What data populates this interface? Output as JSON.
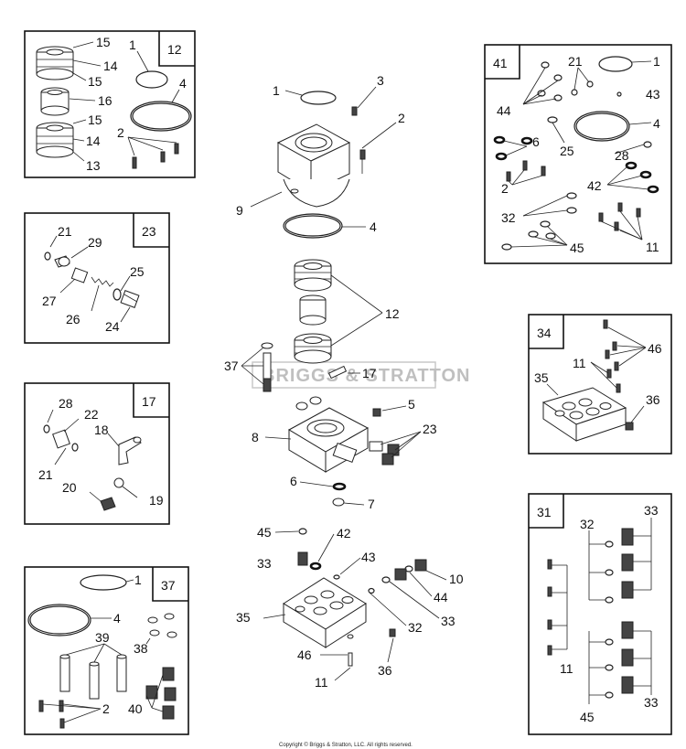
{
  "watermark": "BRIGGS & STRATTON",
  "copyright": "Copyright © Briggs & Stratton, LLC. All rights reserved.",
  "kits": [
    {
      "number": "12",
      "labels": [
        "15",
        "14",
        "15",
        "16",
        "15",
        "14",
        "13",
        "1",
        "4",
        "2"
      ]
    },
    {
      "number": "23",
      "labels": [
        "21",
        "29",
        "25",
        "27",
        "26",
        "24"
      ]
    },
    {
      "number": "17",
      "labels": [
        "28",
        "22",
        "18",
        "21",
        "20",
        "19"
      ]
    },
    {
      "number": "37",
      "labels": [
        "1",
        "4",
        "39",
        "38",
        "2",
        "40"
      ]
    },
    {
      "number": "41",
      "labels": [
        "21",
        "1",
        "44",
        "43",
        "4",
        "6",
        "25",
        "28",
        "2",
        "42",
        "32",
        "45",
        "11"
      ]
    },
    {
      "number": "34",
      "labels": [
        "46",
        "11",
        "35",
        "36"
      ]
    },
    {
      "number": "31",
      "labels": [
        "33",
        "32",
        "11",
        "45",
        "33"
      ]
    }
  ],
  "main_labels": [
    "1",
    "3",
    "2",
    "9",
    "4",
    "12",
    "37",
    "17",
    "5",
    "8",
    "23",
    "6",
    "7",
    "45",
    "42",
    "33",
    "43",
    "10",
    "44",
    "35",
    "32",
    "33",
    "46",
    "36",
    "11"
  ]
}
